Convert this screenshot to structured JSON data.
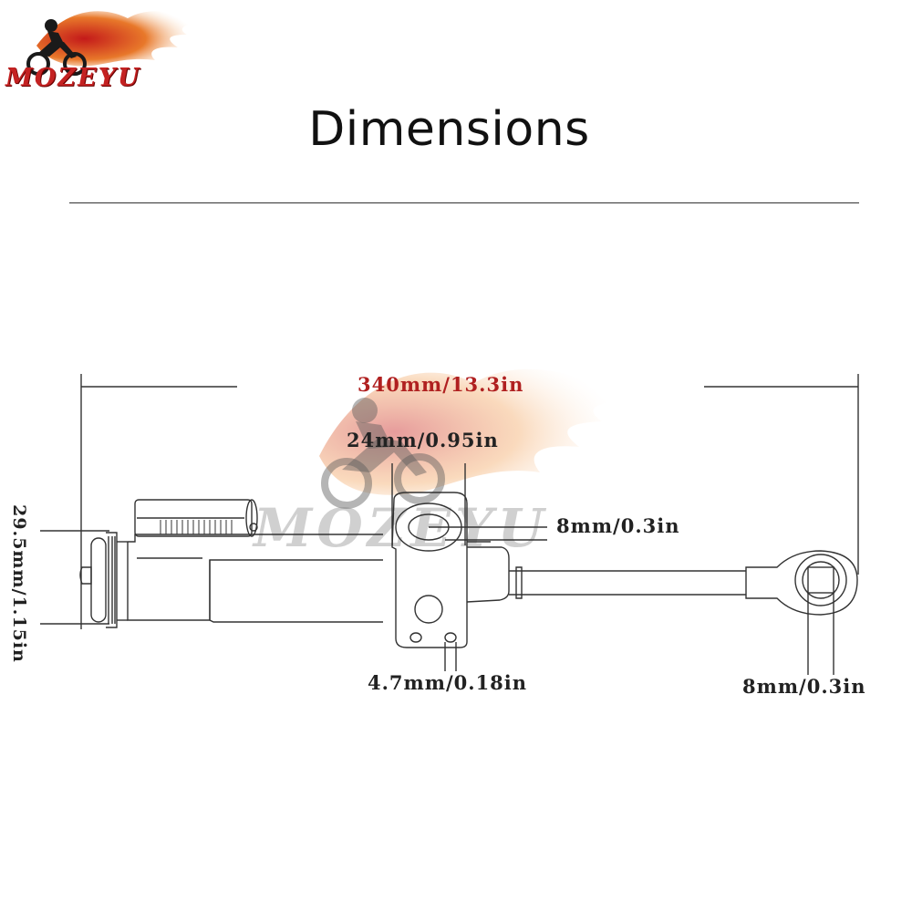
{
  "brand": {
    "logo_text": "MOZEYU",
    "watermark_text": "MOZEYU"
  },
  "title": "Dimensions",
  "dimensions": {
    "overall_length": "340mm/13.3in",
    "clamp_width": "24mm/0.95in",
    "clamp_hole": "8mm/0.3in",
    "mount_hole": "4.7mm/0.18in",
    "rod_end_hole": "8mm/0.3in",
    "body_diameter": "29.5mm/1.15in"
  },
  "colors": {
    "line": "#333333",
    "logo_red": "#c42222",
    "flame_orange": "#f0a040"
  }
}
